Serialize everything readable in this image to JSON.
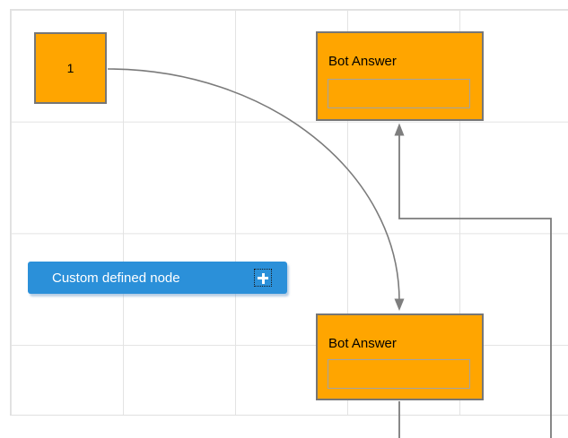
{
  "canvas": {
    "background_color": "#ffffff",
    "grid_color": "#e3e3e3"
  },
  "nodes": {
    "start": {
      "label": "1",
      "fill": "#FFA500",
      "border": "#767676"
    },
    "bot_top": {
      "label": "Bot Answer",
      "fill": "#FFA500",
      "border": "#767676",
      "input_value": ""
    },
    "bot_bottom": {
      "label": "Bot Answer",
      "fill": "#FFA500",
      "border": "#767676",
      "input_value": ""
    },
    "custom": {
      "label": "Custom defined node",
      "fill": "#2B90D9",
      "text_color": "#ffffff",
      "icon": "plus-icon"
    }
  },
  "connectors": {
    "color": "#7b7b7b",
    "curve_from": "start",
    "curve_to": "bot_bottom",
    "orthogonal_from": "bot_bottom",
    "orthogonal_to": "bot_top"
  }
}
